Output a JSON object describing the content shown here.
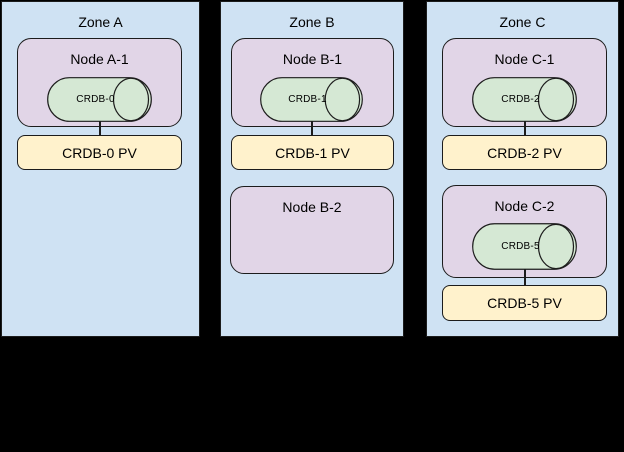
{
  "colors": {
    "canvas-bg": "#000000",
    "zone-fill": "#cfe2f3",
    "node-fill": "#e1d5e7",
    "db-fill": "#d5e8d4",
    "pv-fill": "#fff2cc",
    "outline": "#1c1c1c",
    "label-color": "#000000"
  },
  "zones": [
    {
      "label": "Zone A",
      "nodes": [
        {
          "label": "Node A-1",
          "db": "CRDB-0",
          "pv": "CRDB-0 PV"
        }
      ]
    },
    {
      "label": "Zone B",
      "nodes": [
        {
          "label": "Node B-1",
          "db": "CRDB-1",
          "pv": "CRDB-1 PV"
        },
        {
          "label": "Node B-2"
        }
      ]
    },
    {
      "label": "Zone C",
      "nodes": [
        {
          "label": "Node C-1",
          "db": "CRDB-2",
          "pv": "CRDB-2 PV"
        },
        {
          "label": "Node C-2",
          "db": "CRDB-5",
          "pv": "CRDB-5 PV"
        }
      ]
    }
  ]
}
